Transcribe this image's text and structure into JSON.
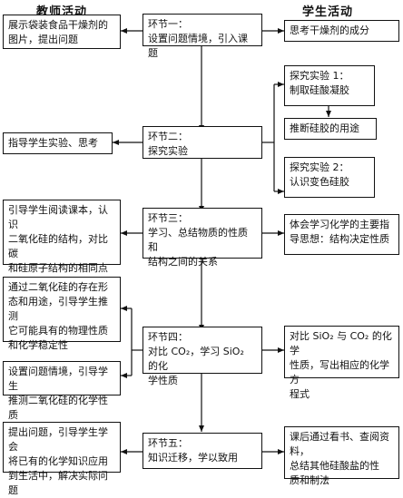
{
  "headers": {
    "teacher": "教师活动",
    "student": "学生活动"
  },
  "teacher": [
    "展示袋装食品干燥剂的\n图片，提出问题",
    "指导学生实验、思考",
    "引导学生阅读课本，认识\n二氧化硅的结构，对比碳\n和硅原子结构的相同点\n和不同点",
    "通过二氧化硅的存在形\n态和用途，引导学生推测\n它可能具有的物理性质\n和化学稳定性",
    "设置问题情境，引导学生\n推测二氧化硅的化学性质",
    "提出问题，引导学生学会\n将已有的化学知识应用\n到生活中，解决实际问题"
  ],
  "stages": [
    "环节一：\n设置问题情境，引入课题",
    "环节二：\n探究实验",
    "环节三：\n学习、总结物质的性质和\n结构之间的关系",
    "环节四：\n对比 CO₂，学习 SiO₂ 的化\n学性质",
    "环节五：\n知识迁移，学以致用"
  ],
  "student": [
    "思考干燥剂的成分",
    "探究实验 1：\n制取硅酸凝胶",
    "推断硅胶的用途",
    "探究实验 2：\n认识变色硅胶",
    "体会学习化学的主要指\n导思想：结构决定性质",
    "对比 SiO₂ 与 CO₂ 的化学\n性质，写出相应的化学方\n程式",
    "课后通过看书、查阅资料，\n总结其他硅酸盐的性\n质和制法"
  ]
}
